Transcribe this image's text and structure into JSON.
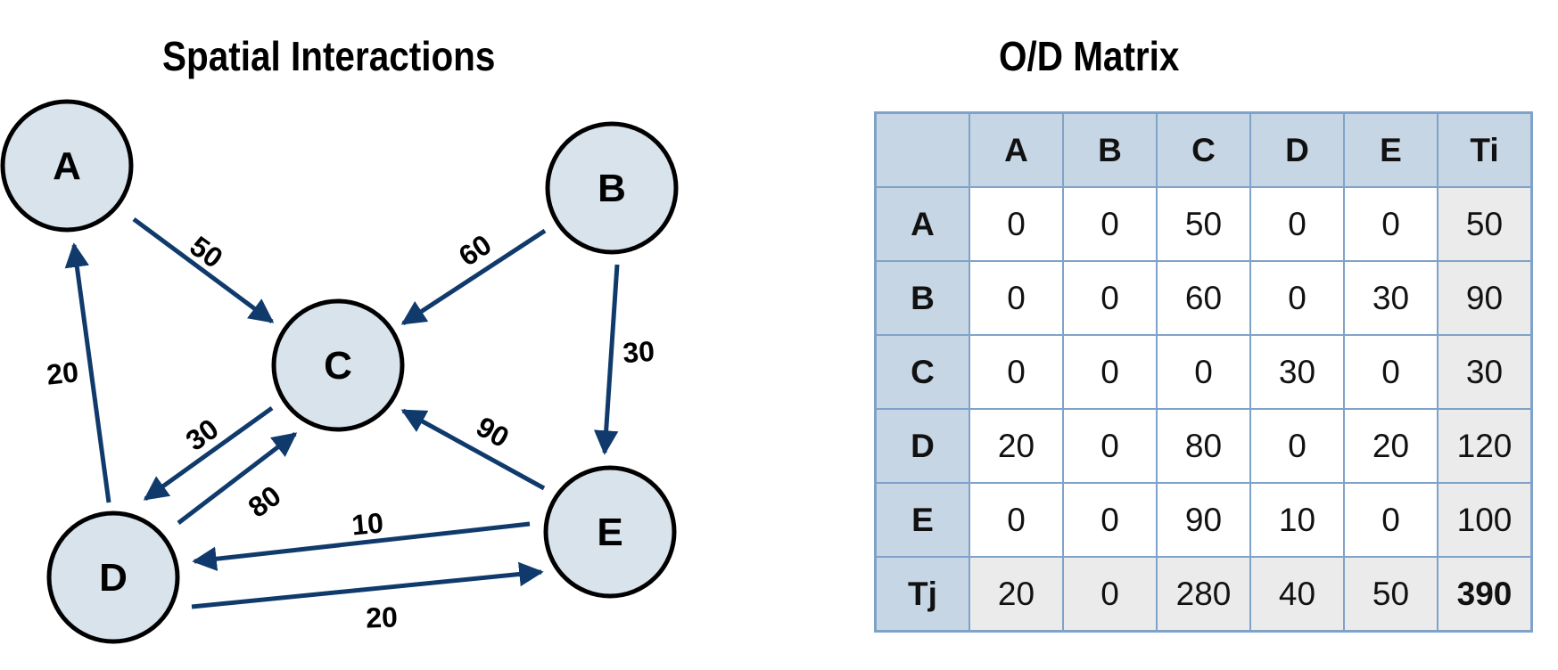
{
  "titles": {
    "left": "Spatial Interactions",
    "right": "O/D Matrix"
  },
  "colors": {
    "node_fill": "#d8e3ec",
    "node_stroke": "#000000",
    "arrow": "#0f3a6b",
    "table_border": "#7fa3c8",
    "header_fill": "#c7d6e4",
    "total_fill": "#ebebeb"
  },
  "nodes": [
    {
      "id": "A",
      "label": "A"
    },
    {
      "id": "B",
      "label": "B"
    },
    {
      "id": "C",
      "label": "C"
    },
    {
      "id": "D",
      "label": "D"
    },
    {
      "id": "E",
      "label": "E"
    }
  ],
  "flows": [
    {
      "from": "A",
      "to": "C",
      "value": "50"
    },
    {
      "from": "B",
      "to": "C",
      "value": "60"
    },
    {
      "from": "B",
      "to": "E",
      "value": "30"
    },
    {
      "from": "D",
      "to": "A",
      "value": "20"
    },
    {
      "from": "C",
      "to": "D",
      "value": "30"
    },
    {
      "from": "D",
      "to": "C",
      "value": "80"
    },
    {
      "from": "E",
      "to": "C",
      "value": "90"
    },
    {
      "from": "E",
      "to": "D",
      "value": "10"
    },
    {
      "from": "D",
      "to": "E",
      "value": "20"
    }
  ],
  "matrix": {
    "corner": "",
    "columns": [
      "A",
      "B",
      "C",
      "D",
      "E",
      "Ti"
    ],
    "rows": [
      {
        "label": "A",
        "cells": [
          "0",
          "0",
          "50",
          "0",
          "0",
          "50"
        ]
      },
      {
        "label": "B",
        "cells": [
          "0",
          "0",
          "60",
          "0",
          "30",
          "90"
        ]
      },
      {
        "label": "C",
        "cells": [
          "0",
          "0",
          "0",
          "30",
          "0",
          "30"
        ]
      },
      {
        "label": "D",
        "cells": [
          "20",
          "0",
          "80",
          "0",
          "20",
          "120"
        ]
      },
      {
        "label": "E",
        "cells": [
          "0",
          "0",
          "90",
          "10",
          "0",
          "100"
        ]
      }
    ],
    "total_row": {
      "label": "Tj",
      "cells": [
        "20",
        "0",
        "280",
        "40",
        "50",
        "390"
      ]
    }
  }
}
